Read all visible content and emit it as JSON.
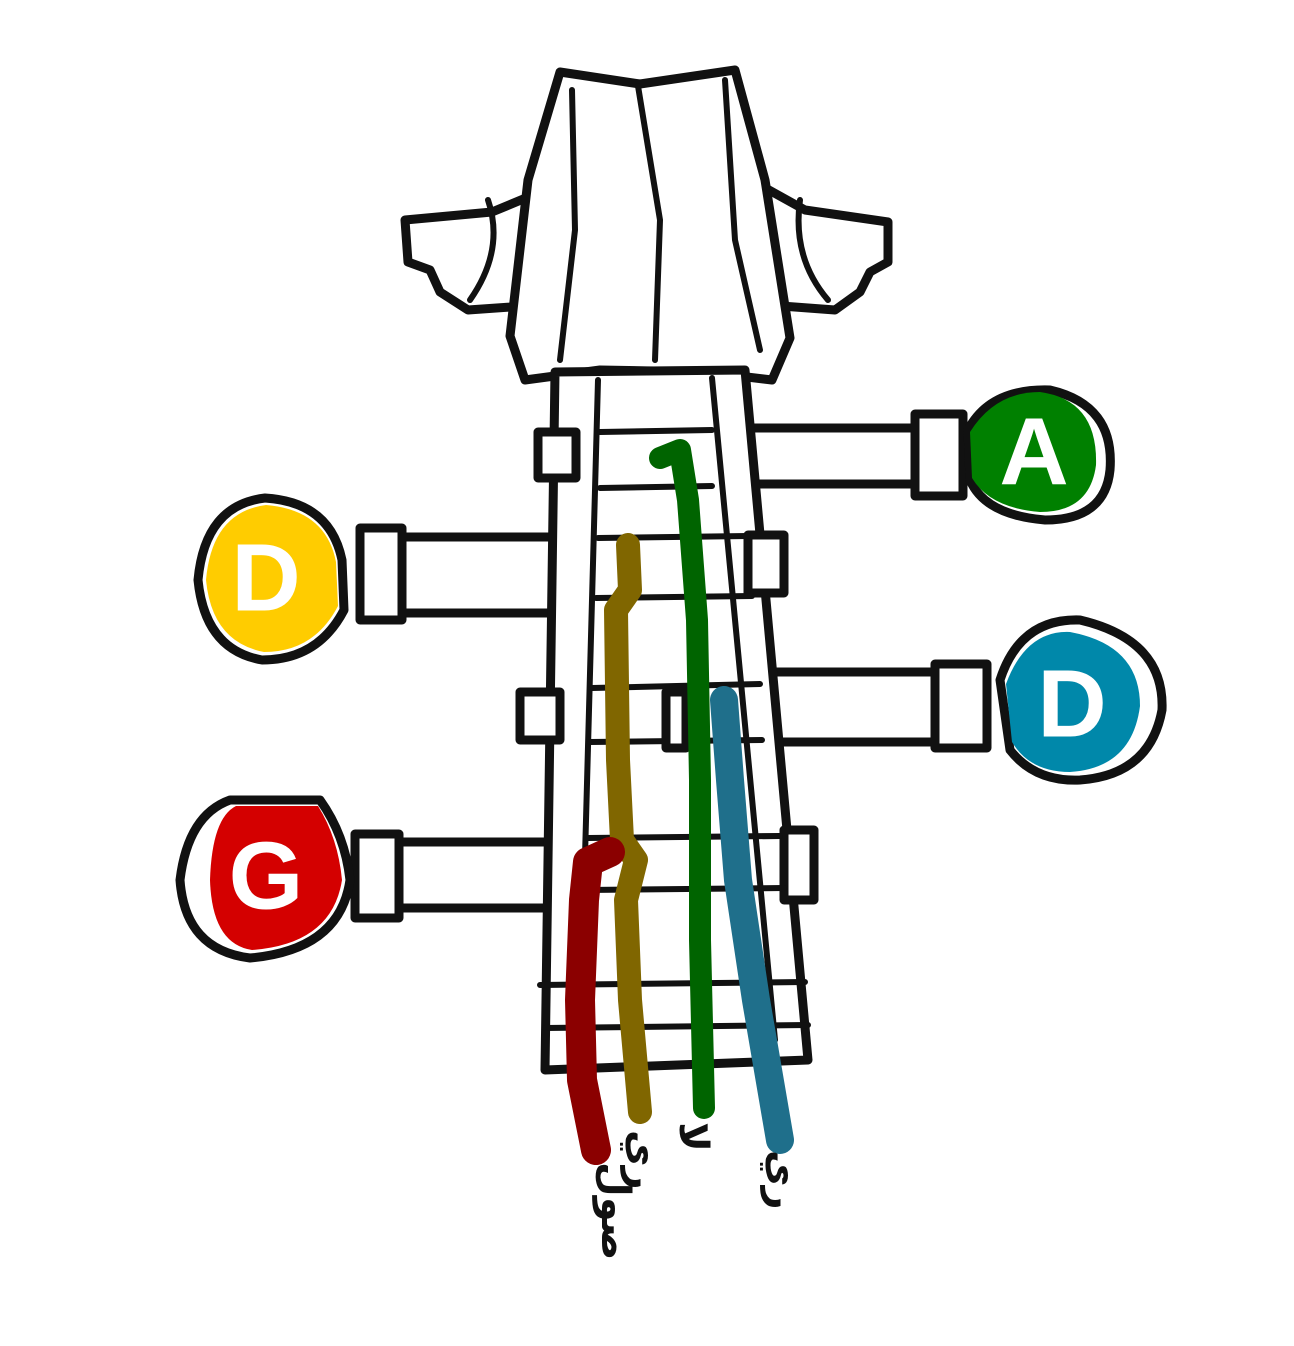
{
  "pegs": [
    {
      "id": "a",
      "letter": "A",
      "color": "#008000"
    },
    {
      "id": "d-left",
      "letter": "D",
      "color": "#FFCC00"
    },
    {
      "id": "d-right",
      "letter": "D",
      "color": "#0088AA"
    },
    {
      "id": "g",
      "letter": "G",
      "color": "#D40000"
    }
  ],
  "strings": [
    {
      "id": "sol",
      "label": "صول",
      "color": "#8B0000",
      "light_color": "#E06060"
    },
    {
      "id": "re-yellow",
      "label": "ري",
      "color": "#806600",
      "light_color": "#E8C840"
    },
    {
      "id": "la",
      "label": "لا",
      "color": "#006400",
      "light_color": "#5AAA5A"
    },
    {
      "id": "re-blue",
      "label": "ري",
      "color": "#1F6F8B",
      "light_color": "#6AB4CC"
    }
  ]
}
